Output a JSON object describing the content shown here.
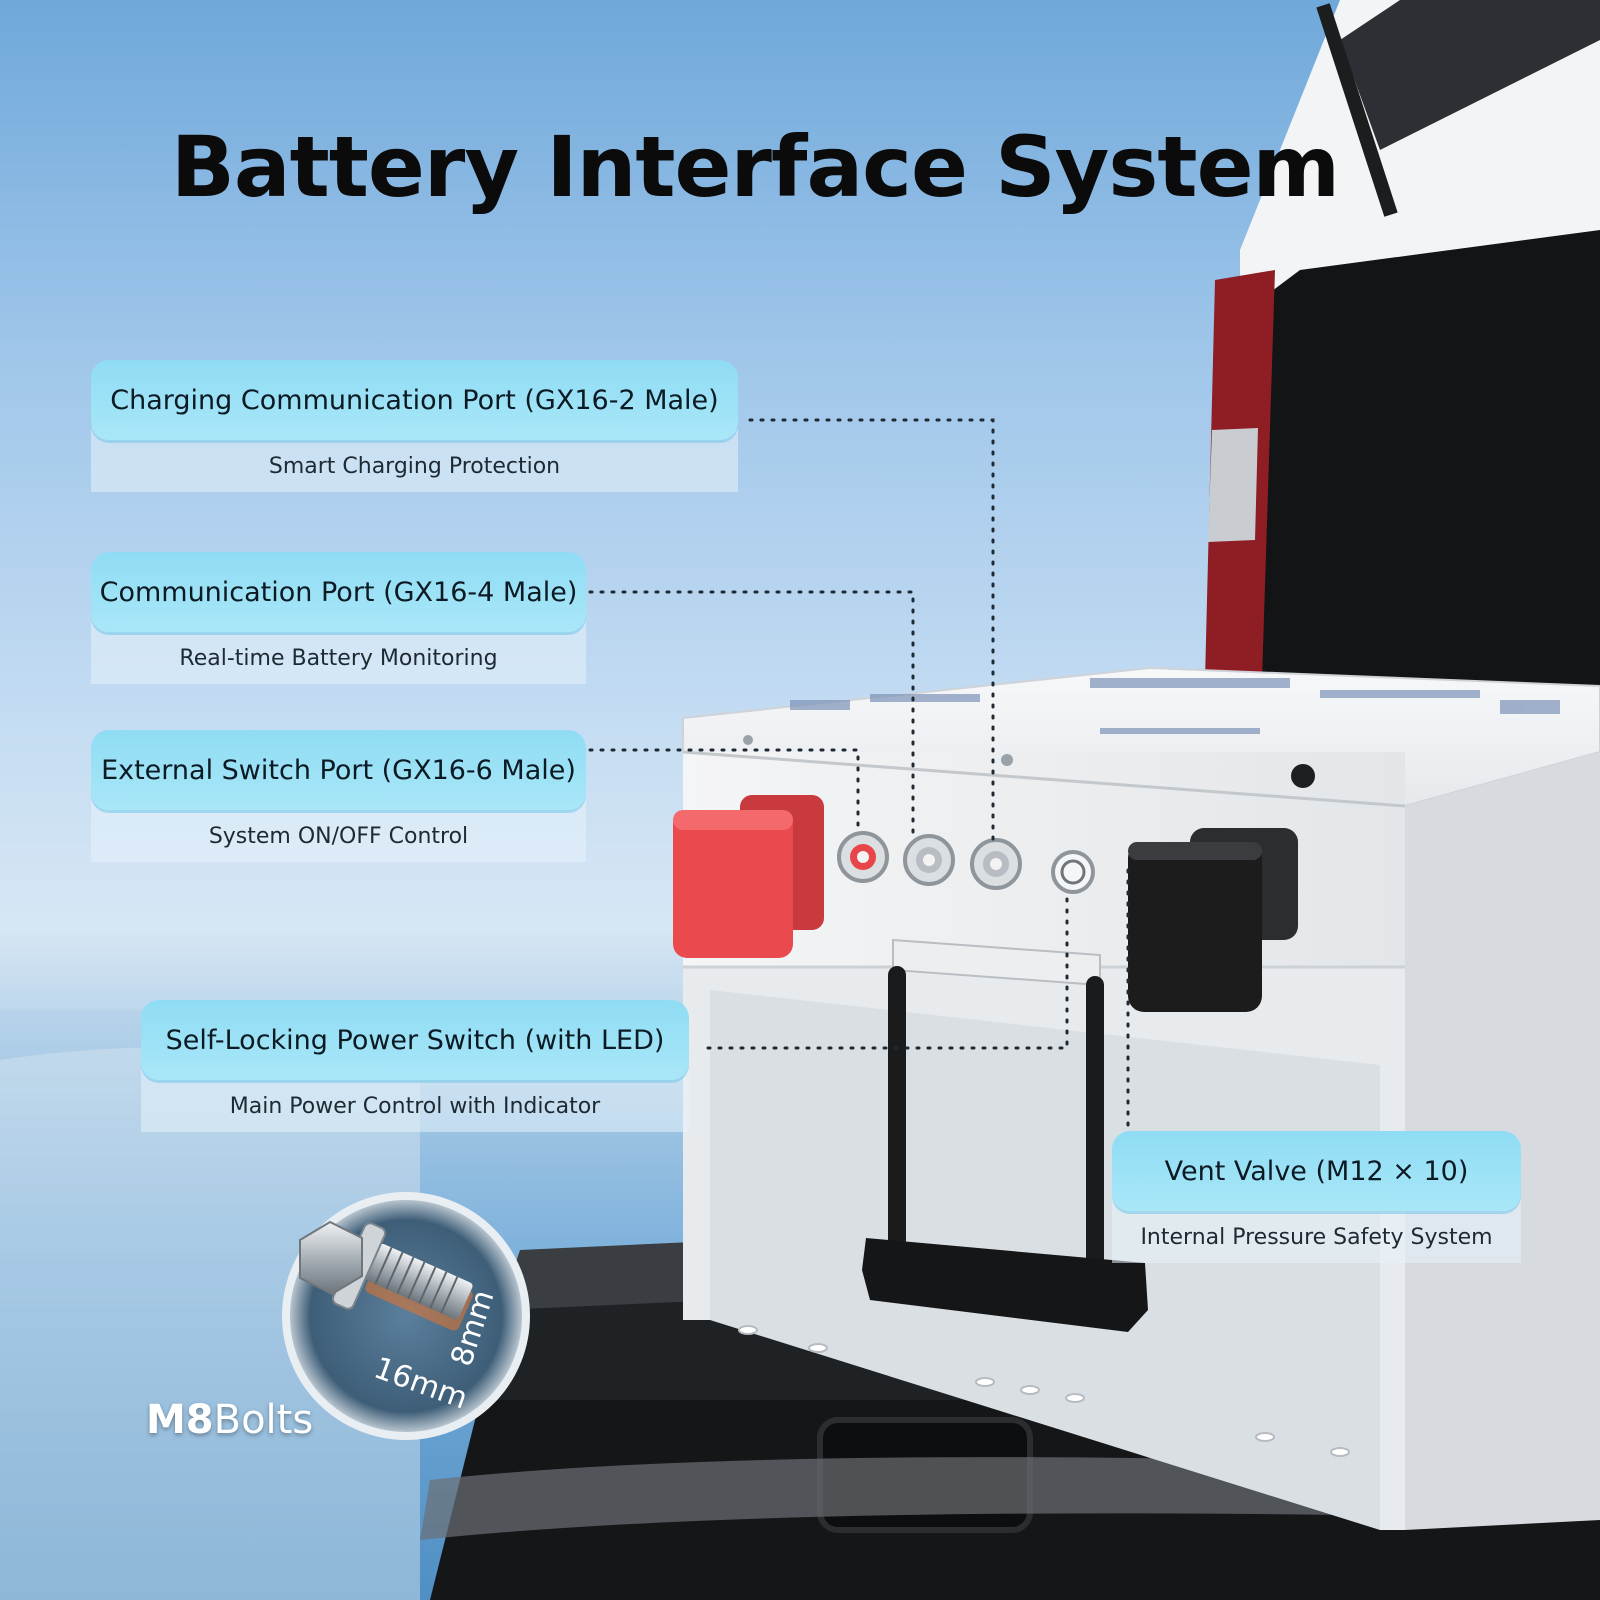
{
  "title": "Battery Interface System",
  "callouts": [
    {
      "label": "Charging Communication Port (GX16-2 Male)",
      "sub": "Smart Charging Protection"
    },
    {
      "label": "Communication Port (GX16-4 Male)",
      "sub": "Real-time Battery Monitoring"
    },
    {
      "label": "External Switch Port (GX16-6 Male)",
      "sub": "System ON/OFF Control"
    },
    {
      "label": "Self-Locking Power Switch (with LED)",
      "sub": "Main Power Control with Indicator"
    },
    {
      "label": "Vent Valve (M12 × 10)",
      "sub": "Internal Pressure Safety System"
    }
  ],
  "bolt": {
    "size_a": "16mm",
    "size_b": "8mm",
    "name_strong": "M8",
    "name_rest": "Bolts"
  },
  "colors": {
    "callout": "#9ae2f6",
    "terminal_positive": "#e9474a",
    "terminal_negative": "#1c1c1c",
    "battery_body": "#eef0f2",
    "sea": "#5f9fd0"
  }
}
